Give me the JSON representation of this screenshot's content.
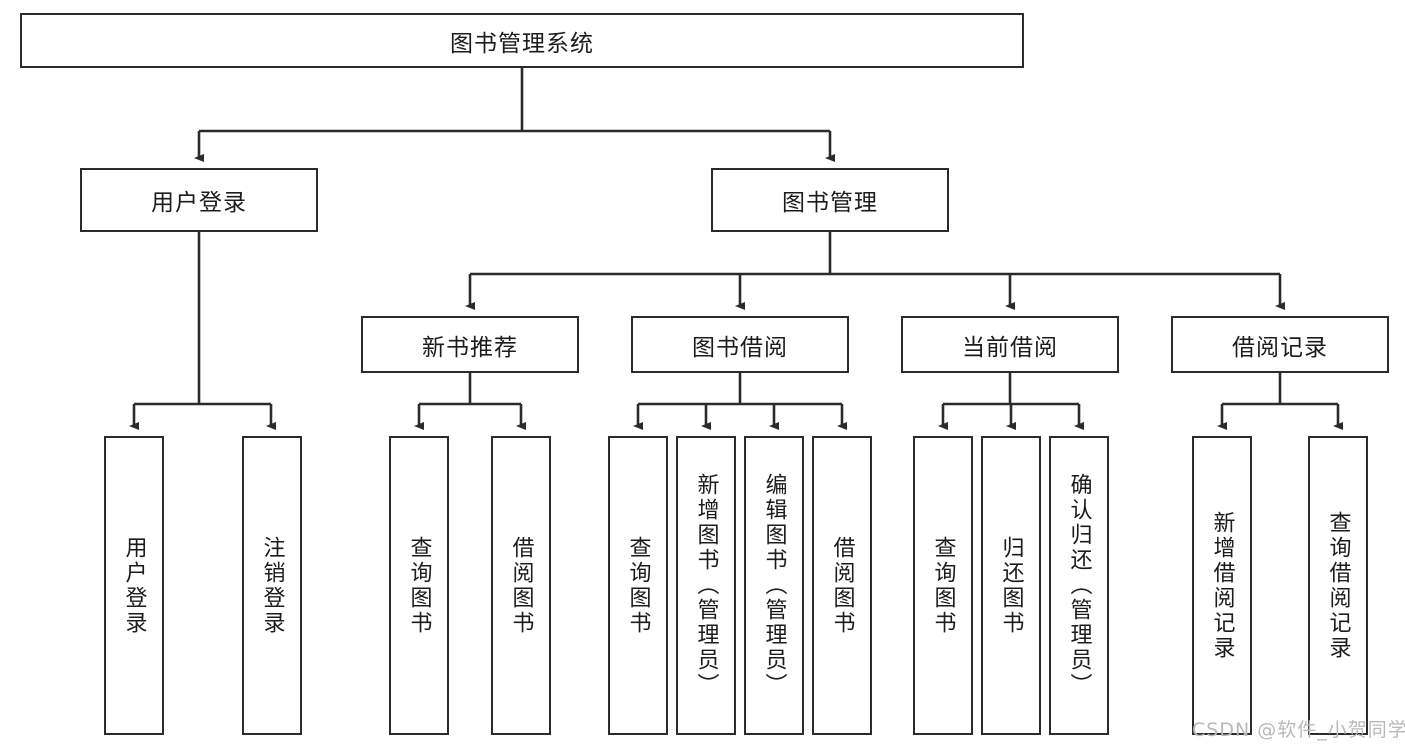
{
  "diagram": {
    "type": "tree",
    "title": "图书管理系统",
    "root": {
      "label": "图书管理系统"
    },
    "level2": [
      {
        "label": "用户登录"
      },
      {
        "label": "图书管理"
      }
    ],
    "level3": [
      {
        "label": "新书推荐"
      },
      {
        "label": "图书借阅"
      },
      {
        "label": "当前借阅"
      },
      {
        "label": "借阅记录"
      }
    ],
    "leaves": {
      "user_login": [
        {
          "label": "用户登录"
        },
        {
          "label": "注销登录"
        }
      ],
      "new_book_recommend": [
        {
          "label": "查询图书"
        },
        {
          "label": "借阅图书"
        }
      ],
      "book_borrow": [
        {
          "label": "查询图书"
        },
        {
          "label": "新增图书（管理员）"
        },
        {
          "label": "编辑图书（管理员）"
        },
        {
          "label": "借阅图书"
        }
      ],
      "current_borrow": [
        {
          "label": "查询图书"
        },
        {
          "label": "归还图书"
        },
        {
          "label": "确认归还（管理员）"
        }
      ],
      "borrow_record": [
        {
          "label": "新增借阅记录"
        },
        {
          "label": "查询借阅记录"
        }
      ]
    }
  },
  "watermark": {
    "text": "CSDN @软件_小贺同学"
  },
  "colors": {
    "border": "#2b2b2b",
    "text": "#1c1c1c",
    "background": "#ffffff",
    "watermark": "#b9b9b9"
  }
}
